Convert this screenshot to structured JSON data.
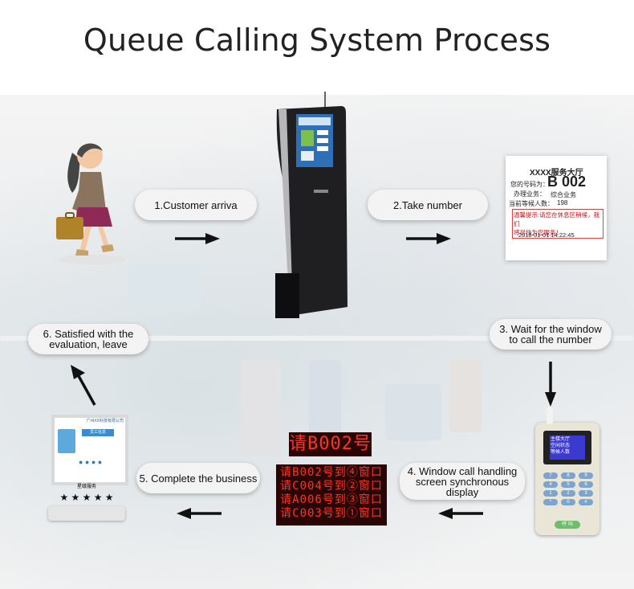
{
  "title": "Queue Calling System Process",
  "steps": {
    "s1": "1.Customer arriva",
    "s2": "2.Take number",
    "s3_line1": "3. Wait for the window",
    "s3_line2": "to call the number",
    "s4_line1": "4. Window call handling",
    "s4_line2": "screen synchronous",
    "s4_line3": "display",
    "s5": "5. Complete the business",
    "s6_line1": "6. Satisfied with the",
    "s6_line2": "evaluation,   leave"
  },
  "ticket": {
    "hall": "XXXX服务大厅",
    "number_label": "您的号码为：",
    "number": "B 002",
    "business_label": "办理业务：",
    "business": "综合业务",
    "waiting_label": "当前等候人数：",
    "waiting": "198",
    "notice_line1": "温馨提示:请您在休息区稍候，我们",
    "notice_line2": "将尽快为您服务！",
    "datetime": "2018-01-01 14:22:45"
  },
  "led_single": "请B002号",
  "led_rows": [
    "请B002号到④窗口",
    "请C004号到②窗口",
    "请A006号到③窗口",
    "请C003号到①窗口"
  ],
  "evaluator": {
    "header": "广州XX科技有限公司",
    "name_tag": "员工信息",
    "footer": "星级服务",
    "stars": "★ ★ ★ ★ ★"
  },
  "caller": {
    "screen_line1": "主楼大厅",
    "screen_line2": "空闲状态",
    "screen_line3": "等候人数",
    "keys": [
      "7",
      "8",
      "9",
      "4",
      "5",
      "6",
      "1",
      "2",
      "3",
      "*",
      "0",
      "#"
    ],
    "bottom_key": "呼 叫"
  },
  "colors": {
    "led_text": "#ff3322",
    "led_bg": "#2a0505",
    "kiosk_body": "#1f1f22",
    "person_shirt": "#8a7460",
    "person_skirt": "#8e2a55"
  }
}
